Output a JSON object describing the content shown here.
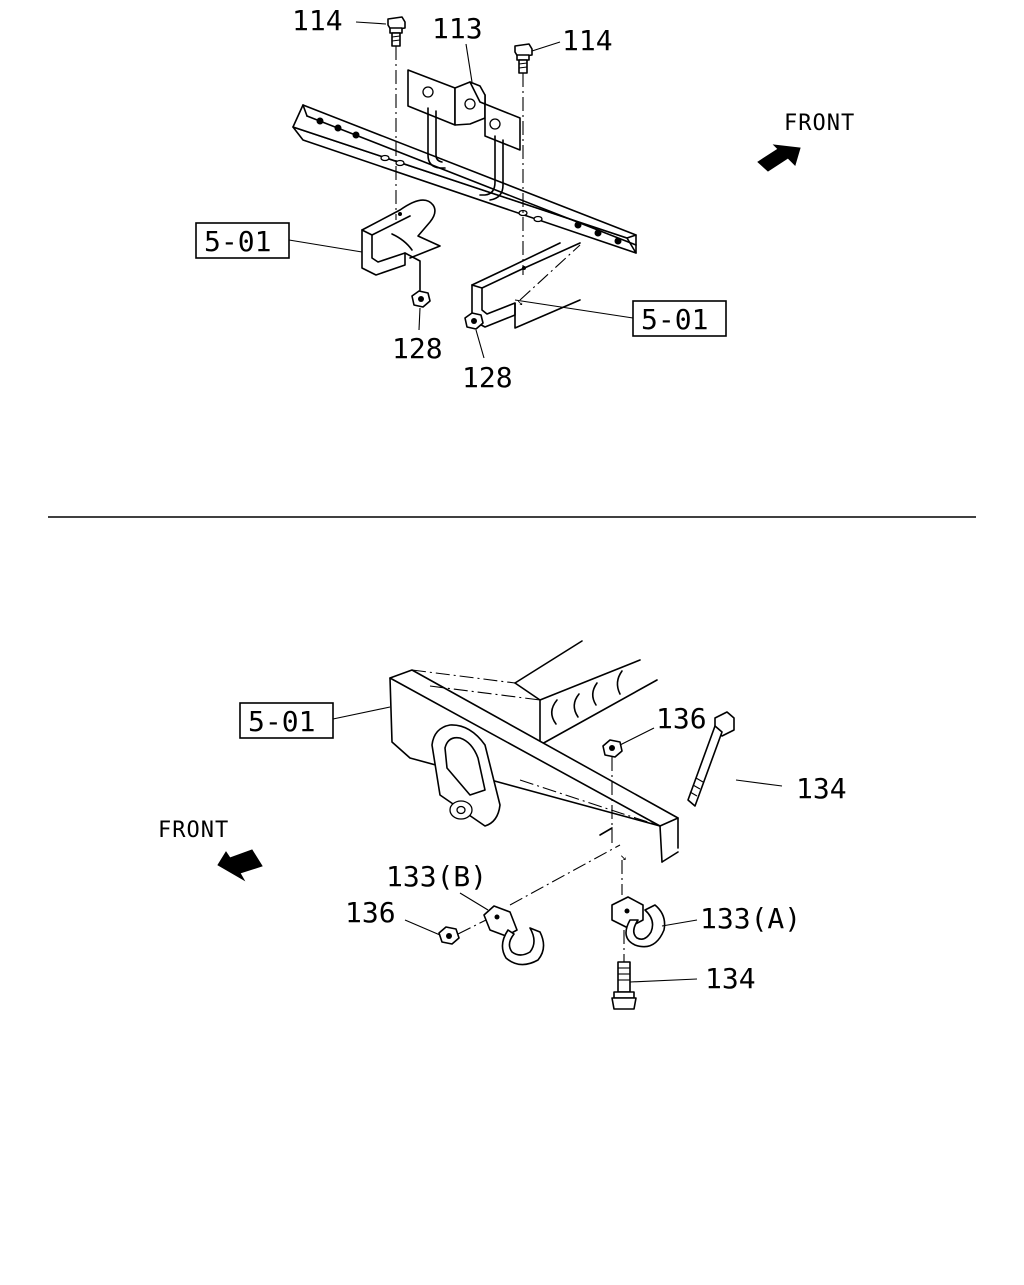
{
  "diagram": {
    "top_panel": {
      "labels": {
        "bolt_left": "114",
        "bracket": "113",
        "bolt_right": "114",
        "ref_left": "5-01",
        "ref_right": "5-01",
        "nut_left": "128",
        "nut_right": "128"
      },
      "front": "FRONT"
    },
    "bottom_panel": {
      "labels": {
        "ref_frame": "5-01",
        "nut_top": "136",
        "bolt_top": "134",
        "hook_b": "133(B)",
        "nut_left": "136",
        "hook_a": "133(A)",
        "bolt_bottom": "134"
      },
      "front": "FRONT"
    }
  }
}
